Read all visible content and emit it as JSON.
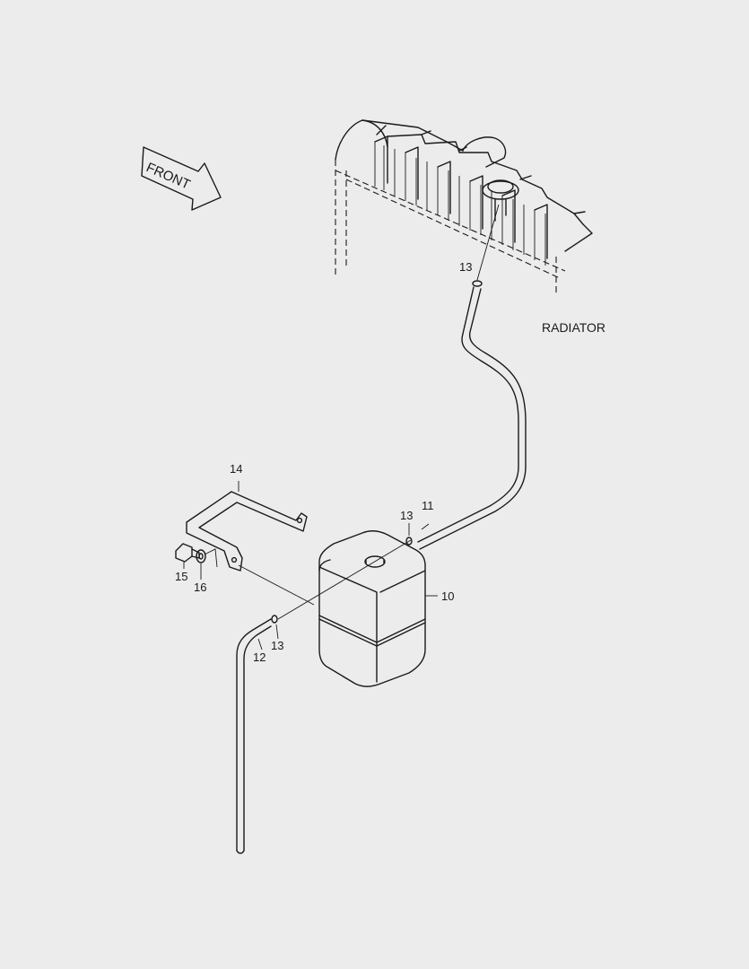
{
  "diagram": {
    "direction_label": "FRONT",
    "component_label": "RADIATOR",
    "callouts": {
      "c10": "10",
      "c11": "11",
      "c12": "12",
      "c13_top": "13",
      "c13_mid": "13",
      "c13_low": "13",
      "c14": "14",
      "c15": "15",
      "c16": "16"
    }
  },
  "colors": {
    "background": "#ececec",
    "line": "#1a1a1a"
  }
}
